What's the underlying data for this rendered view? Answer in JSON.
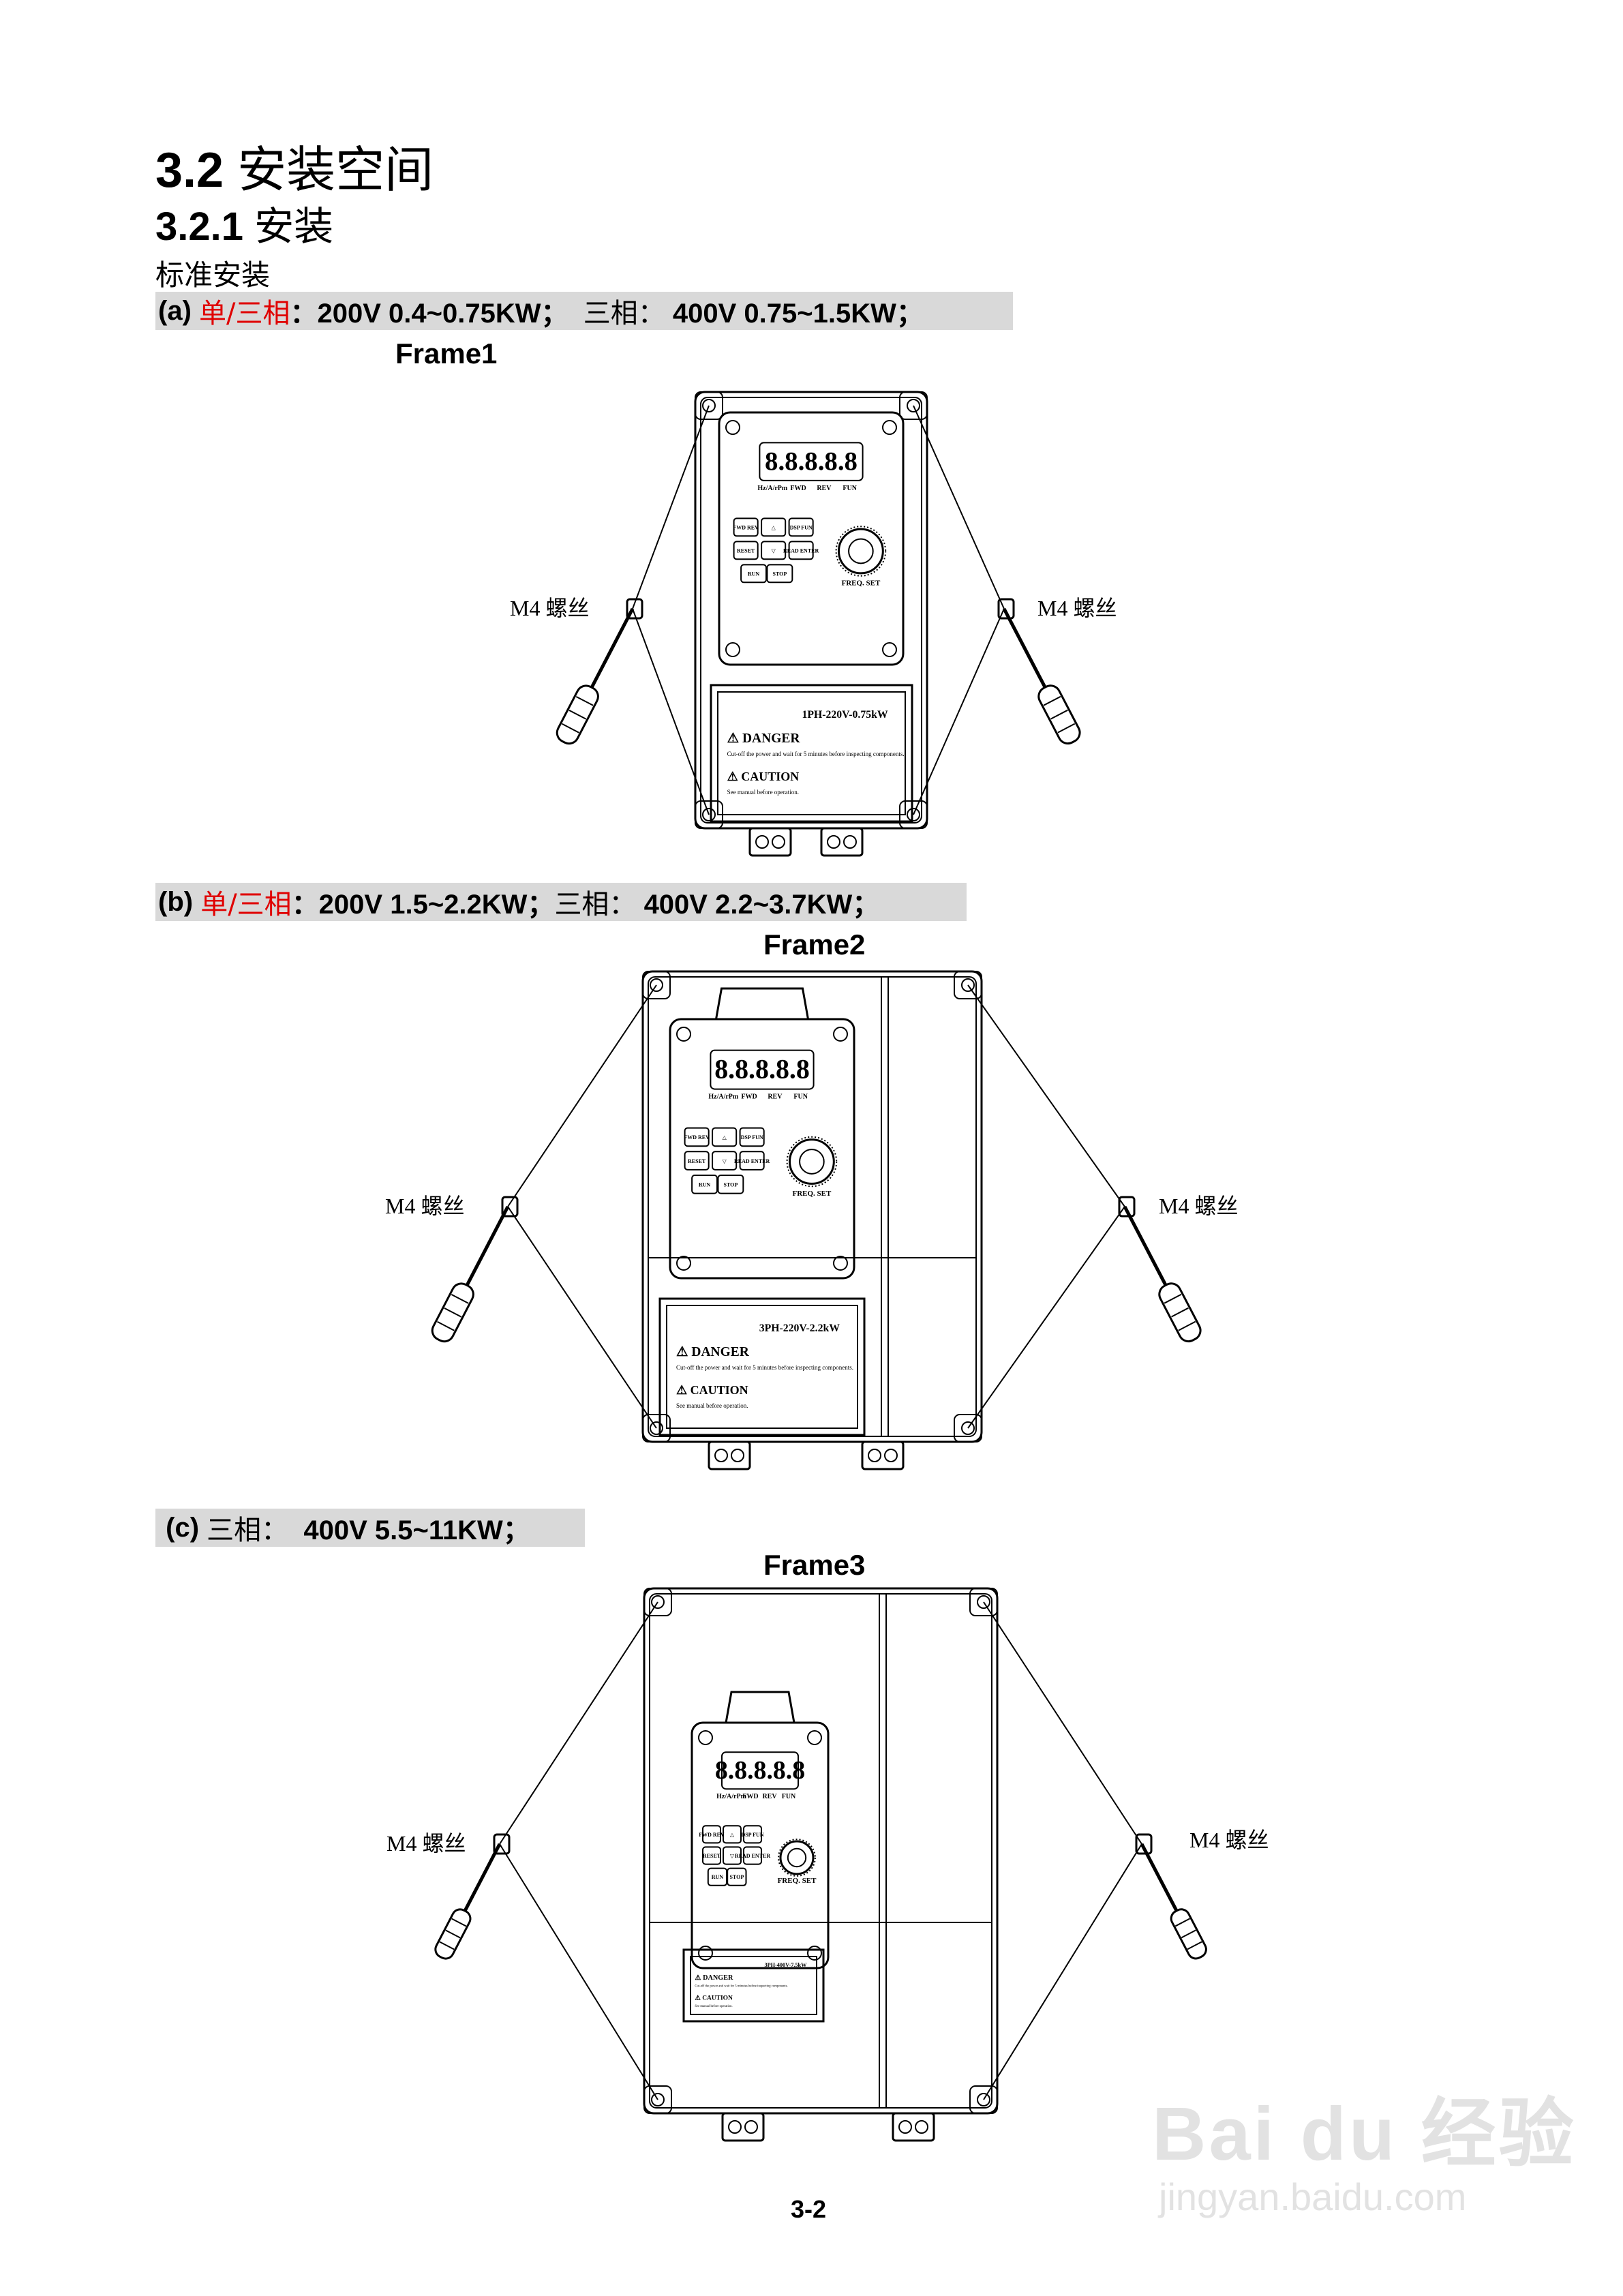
{
  "heading1": {
    "num": "3.2",
    "text": "安装空间"
  },
  "heading2": {
    "num": "3.2.1",
    "text": "安装"
  },
  "std_label": "标准安装",
  "section_a": {
    "tag": "(a)",
    "red": "单/三相",
    "rest1": "：200V 0.4~0.75KW；",
    "cn": "三相：",
    "rest2": "400V 0.75~1.5KW；",
    "frame": "Frame1"
  },
  "section_b": {
    "tag": "(b)",
    "red": "单/三相",
    "rest1": "：200V 1.5~2.2KW；",
    "cn": "三相：",
    "rest2": "400V 2.2~3.7KW；",
    "frame": "Frame2"
  },
  "section_c": {
    "tag": "(c)",
    "cn": "三相：",
    "rest2": "400V 5.5~11KW；",
    "frame": "Frame3"
  },
  "screw_label": "M4 螺丝",
  "drives": {
    "f1": {
      "rating": "1PH-220V-0.75kW"
    },
    "f2": {
      "rating": "3PH-220V-2.2kW"
    },
    "f3": {
      "rating": "3PH-400V-7.5kW"
    }
  },
  "panel": {
    "display": "8.8.8.8.8",
    "leds": [
      "Hz/A/rPm",
      "FWD",
      "REV",
      "FUN"
    ],
    "keys": [
      "FWD REV",
      "△",
      "DSP FUN",
      "RESET",
      "▽",
      "READ ENTER",
      "RUN",
      "STOP"
    ],
    "knob": "FREQ. SET"
  },
  "danger": "DANGER",
  "danger_text": "Cut-off the power and wait for 5 minutes before inspecting components.",
  "caution": "CAUTION",
  "caution_text": "See manual before operation.",
  "page_number": "3-2",
  "watermark": {
    "brand": "Bai du 经验",
    "url": "jingyan.baidu.com"
  }
}
